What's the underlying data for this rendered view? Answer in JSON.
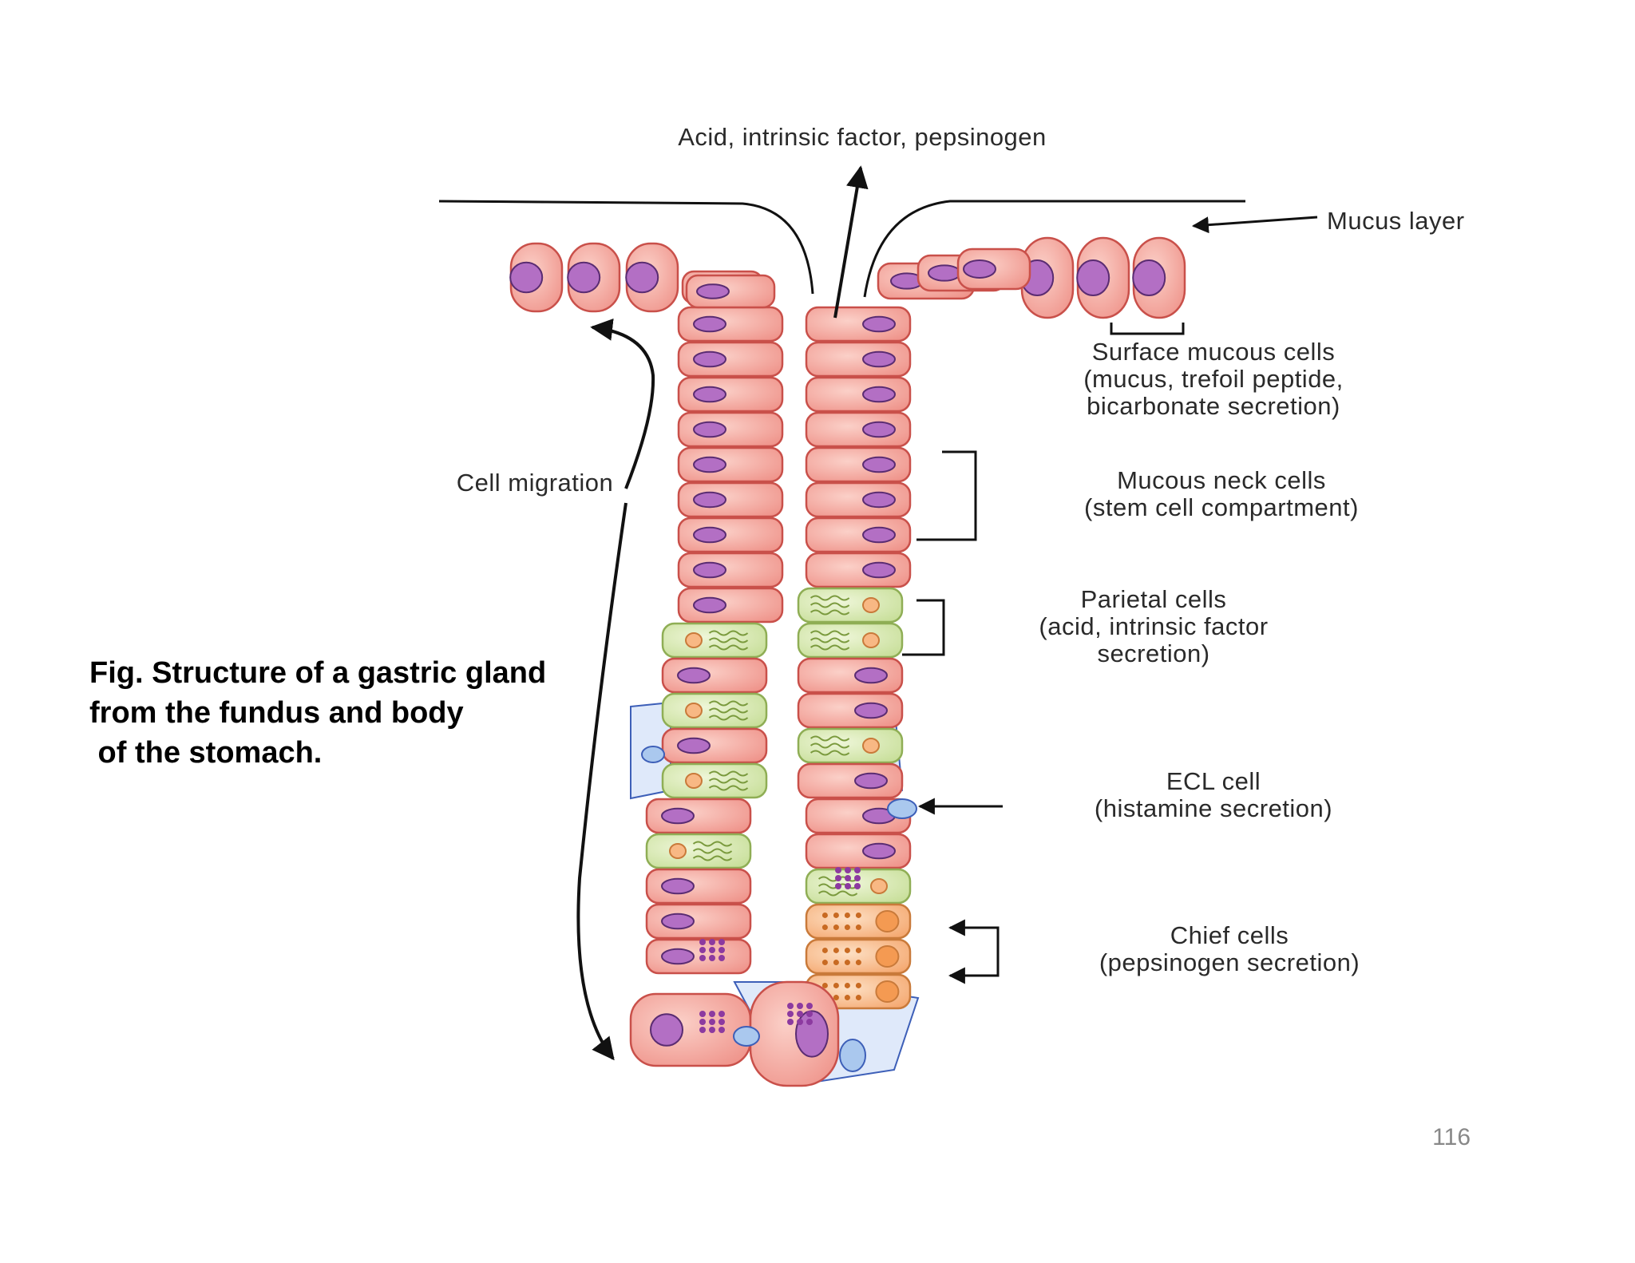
{
  "diagram": {
    "top_label": "Acid, intrinsic factor, pepsinogen",
    "mucus_layer": "Mucus layer",
    "surface_mucous": [
      "Surface mucous cells",
      "(mucus, trefoil peptide,",
      "bicarbonate secretion)"
    ],
    "cell_migration": "Cell migration",
    "mucous_neck": [
      "Mucous neck cells",
      "(stem cell compartment)"
    ],
    "parietal": [
      "Parietal cells",
      "(acid, intrinsic factor",
      "secretion)"
    ],
    "ecl": [
      "ECL cell",
      "(histamine secretion)"
    ],
    "chief": [
      "Chief cells",
      "(pepsinogen secretion)"
    ]
  },
  "caption": {
    "line1": "Fig. Structure of a gastric gland",
    "line2": "from the fundus and body",
    "line3": " of the stomach."
  },
  "page_number": "116",
  "colors": {
    "cell_pink": "#f2a7a0",
    "nucleus_purple": "#b36fc4",
    "parietal_green": "#d7e9b0",
    "chief_orange": "#f8b884",
    "ecl_blue": "#aac8ee",
    "outline": "#c9504a"
  }
}
